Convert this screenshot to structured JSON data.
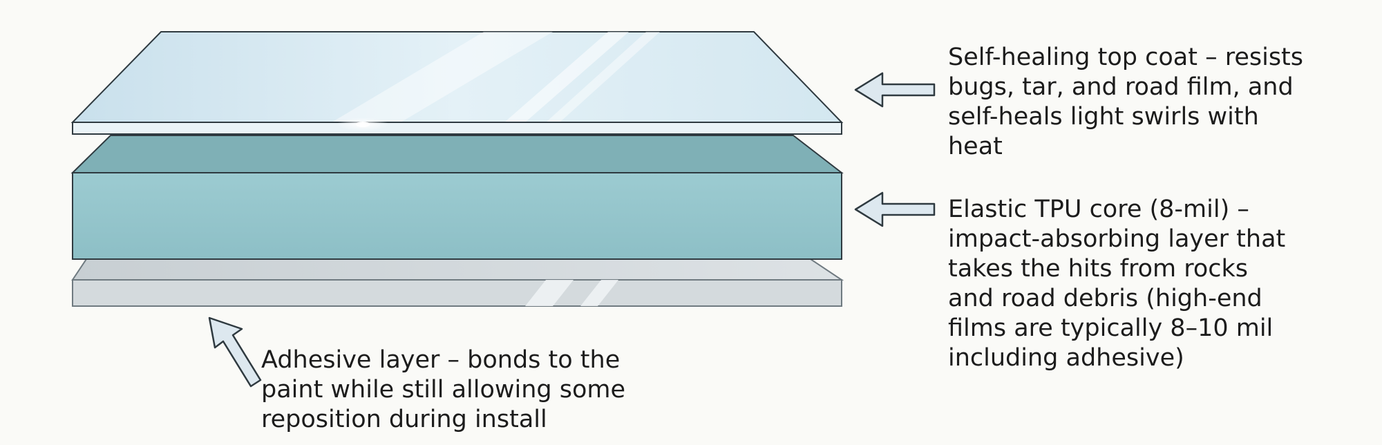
{
  "diagram": {
    "layers": [
      {
        "id": "top-coat",
        "name": "Self-healing top coat",
        "color": "#dcecf4"
      },
      {
        "id": "tpu-core",
        "name": "Elastic TPU core",
        "color": "#93c3ca"
      },
      {
        "id": "adhesive",
        "name": "Adhesive layer",
        "color": "#d3d9dc"
      }
    ],
    "callouts": {
      "top_coat": {
        "lines": [
          "Self-healing top coat – resists",
          "bugs, tar, and road film, and",
          "self-heals light swirls with",
          "heat"
        ]
      },
      "tpu_core": {
        "lines": [
          "Elastic TPU core (8-mil) –",
          "impact-absorbing layer that",
          "takes the hits from rocks",
          "and road debris (high-end",
          "films are typically 8–10 mil",
          "including adhesive)"
        ]
      },
      "adhesive": {
        "lines": [
          "Adhesive layer – bonds to the",
          "paint while still allowing some",
          "reposition during install"
        ]
      }
    },
    "colors": {
      "background": "#fafaf7",
      "outline": "#2f3a40",
      "arrow_fill": "#dde8ef",
      "text": "#1c1c1c"
    }
  }
}
